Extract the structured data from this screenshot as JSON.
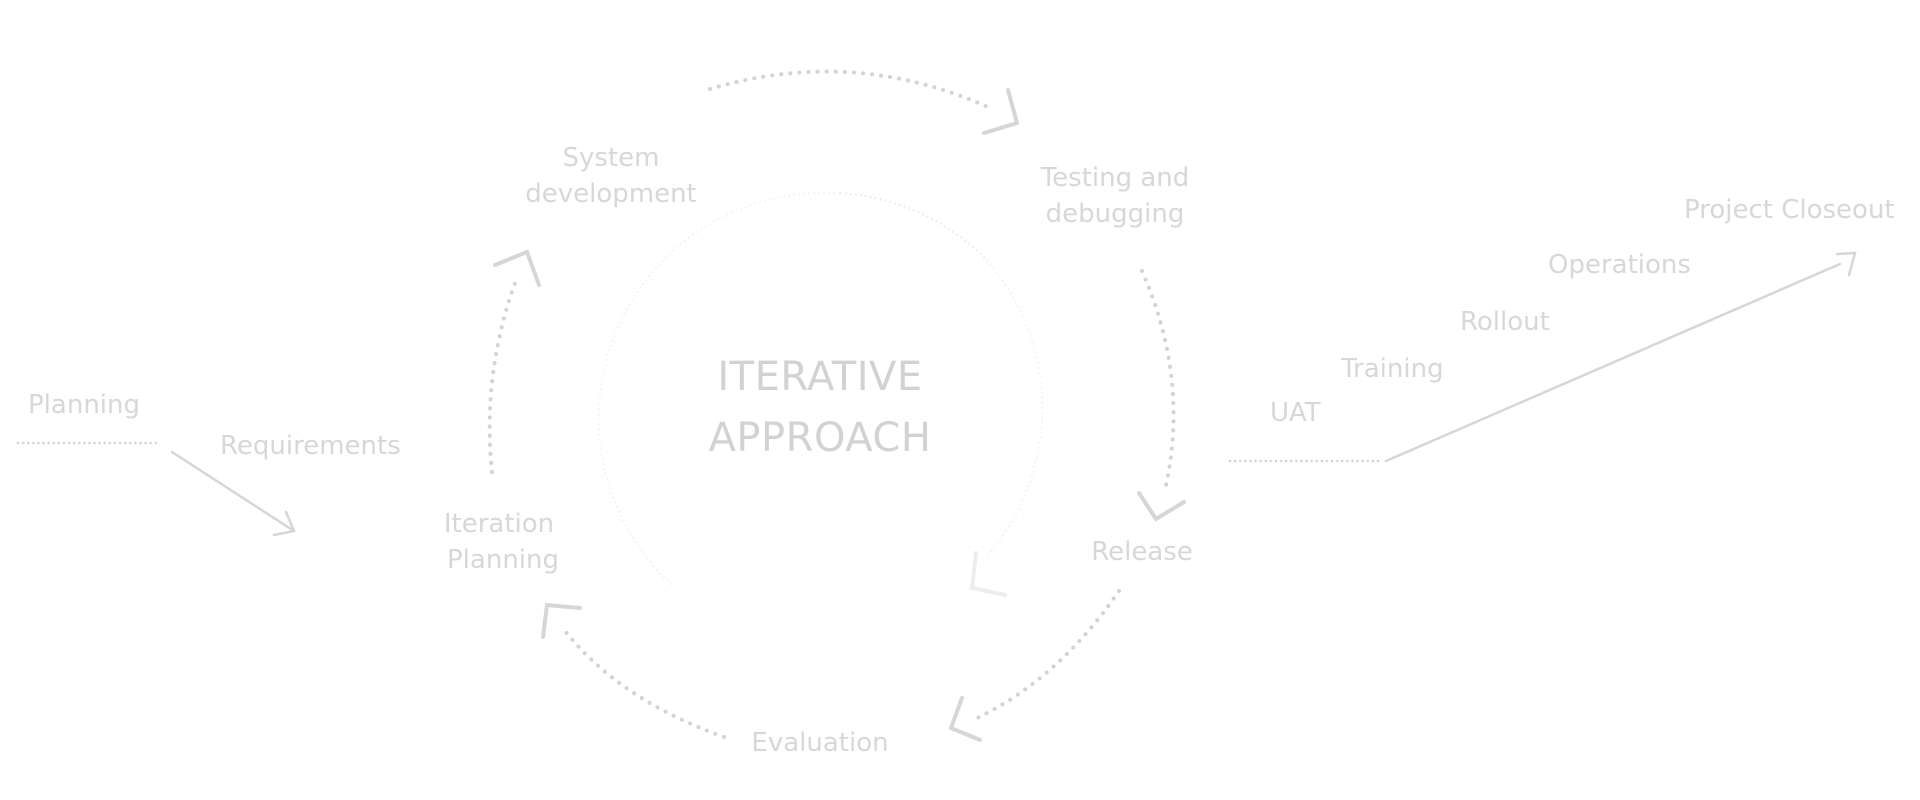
{
  "center": {
    "line1": "ITERATIVE",
    "line2": "APPROACH"
  },
  "pre_phases": {
    "planning": "Planning",
    "requirements": "Requirements"
  },
  "cycle": {
    "system_development": [
      "System",
      "development"
    ],
    "testing_and_debugging": [
      "Testing and",
      "debugging"
    ],
    "release": "Release",
    "evaluation": "Evaluation",
    "iteration_planning": [
      "Iteration",
      "Planning"
    ]
  },
  "post_phases": {
    "uat": "UAT",
    "training": "Training",
    "rollout": "Rollout",
    "operations": "Operations",
    "project_closeout": "Project Closeout"
  },
  "colors": {
    "text": "#d7d7d7",
    "line": "#d6d6d6",
    "faint": "#ededed"
  }
}
